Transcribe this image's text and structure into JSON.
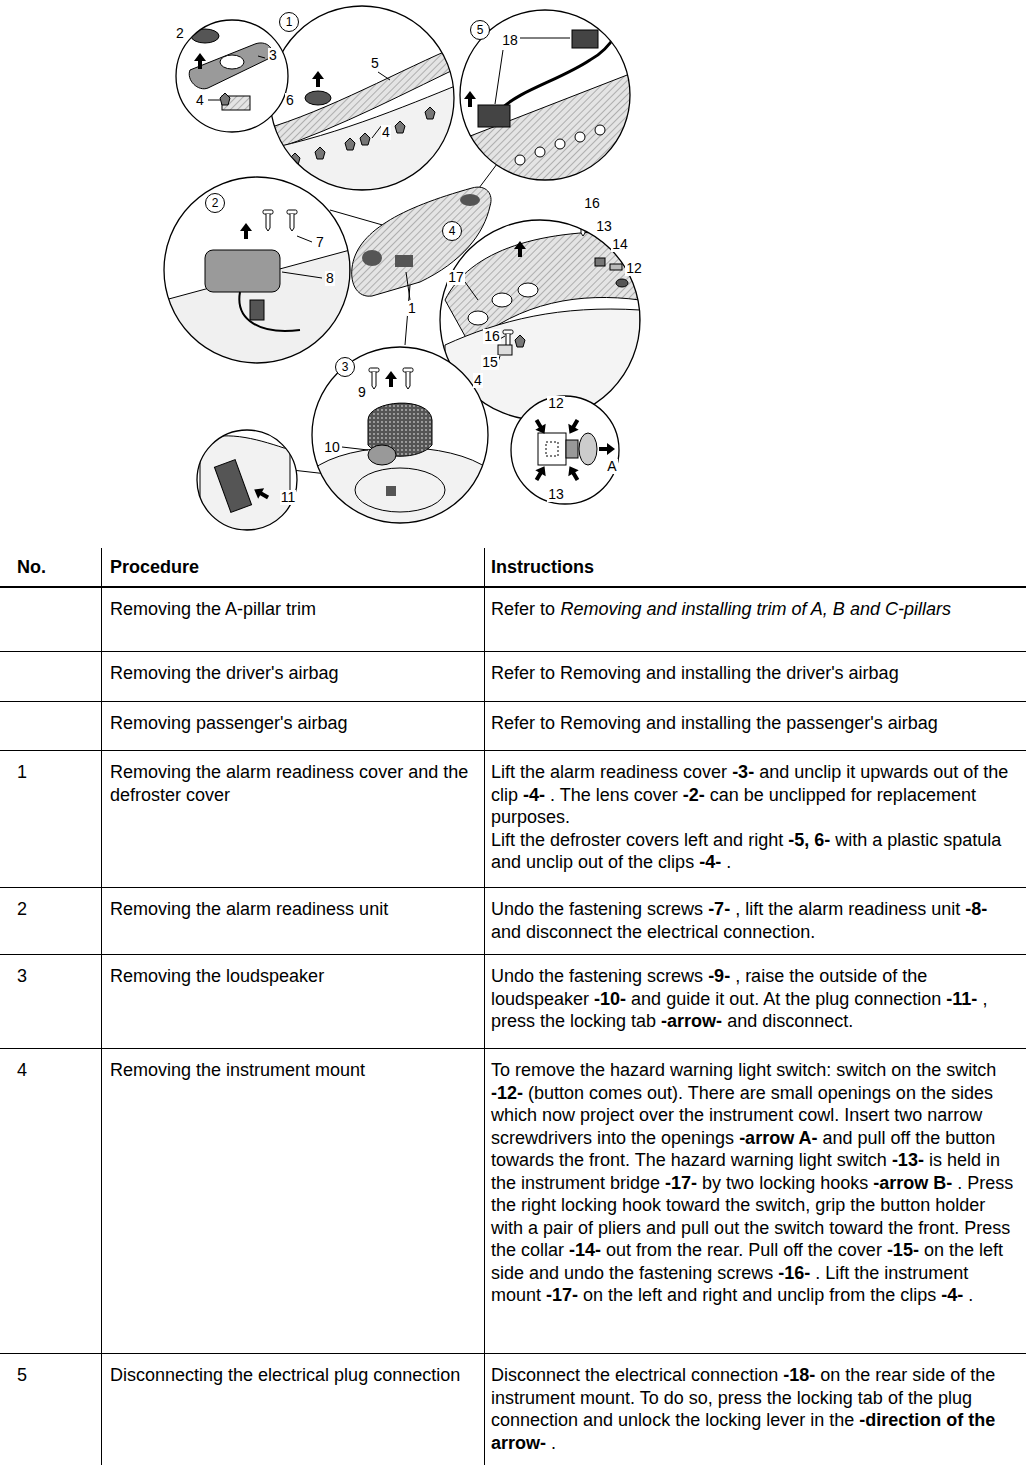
{
  "diagram": {
    "nodes": [
      {
        "text": [
          "1"
        ]
      },
      {
        "text": [
          "5"
        ]
      },
      {
        "text": [
          "2"
        ]
      },
      {
        "text": [
          "4"
        ]
      },
      {
        "text": [
          "3"
        ]
      }
    ],
    "labels": [
      "2",
      "3",
      "4",
      "6",
      "5",
      "4",
      "18",
      "7",
      "8",
      "1",
      "16",
      "13",
      "14",
      "12",
      "17",
      "16",
      "15",
      "4",
      "9",
      "10",
      "11",
      "12",
      "A",
      "13",
      "No.",
      "Procedure",
      "Instructions",
      "Removing the A-pillar trim",
      "Refer to",
      "Removing and installing trim of A, B and C-pillars",
      "Removing the driver's airbag",
      "Refer to Removing and installing the driver's airbag",
      "Removing passenger's airbag",
      "Refer to Removing and installing the passenger's airbag",
      "1",
      "Removing the alarm readiness cover and the defroster cover",
      "Lift the alarm readiness cover -3- and unclip it upwards out of the clip -4- . The lens cover -2- can be unclipped for replacement purposes.",
      "Lift the defroster covers left and right -5, 6- with a plastic spatula and unclip out of the clips -4- .",
      "2",
      "Removing the alarm readiness unit",
      "Undo the fastening screws -7- , lift the alarm readiness unit -8- and disconnect the electrical connection.",
      "3",
      "Removing the loudspeaker",
      "Undo the fastening screws -9- , raise the outside of the loudspeaker -10- and guide it out. At the plug connection -11- , press the locking tab -arrow- and disconnect.",
      "4",
      "Removing the instrument mount",
      "To remove the hazard warning light switch: switch on the switch -12- (button comes out). There are small openings on the sides which now project over the instrument cowl. Insert two narrow screwdrivers into the openings -arrow A- and pull off the button towards the front. The hazard warning light switch -13- is held in the instrument bridge -17- by two locking hooks -arrow B- . Press the right locking hook toward the switch, grip the button holder with a pair of pliers and pull out the switch toward the front. Press the collar -14- out from the rear. Pull off the cover -15- on the left side and undo the fastening screws -16- . Lift the instrument mount -17- on the left and right and unclip from the clips -4- .",
      "5",
      "Disconnecting the electrical plug connection",
      "Disconnect the electrical connection -18- on the rear side of the instrument mount. To do so, press the locking tab of the plug connection and unlock the locking lever in the -direction of the arrow- ."
    ]
  }
}
